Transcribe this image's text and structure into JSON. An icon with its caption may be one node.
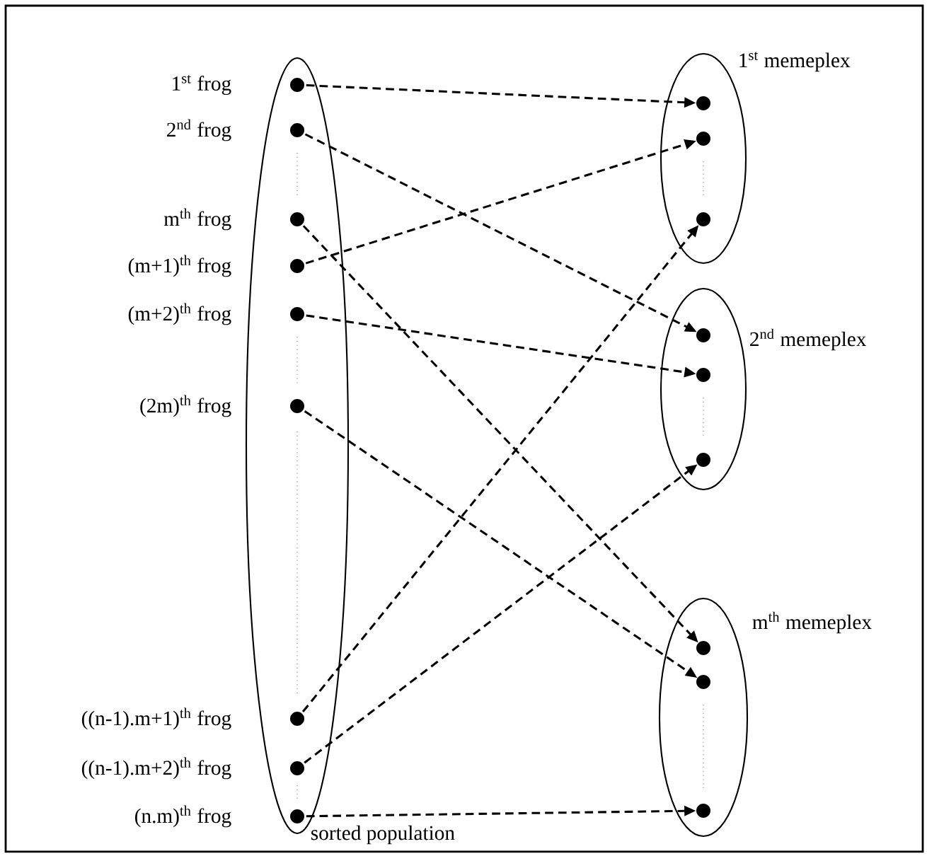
{
  "diagram": {
    "nodes": [
      {
        "text": [
          "sorted population"
        ]
      },
      {
        "text": [
          "1$^{st}$ frog"
        ],
        "in": 0
      },
      {
        "text": [
          "2$^{nd}$ frog"
        ],
        "in": 0
      },
      {
        "text": [
          "m$^{th}$ frog"
        ],
        "in": 0
      },
      {
        "text": [
          "(m+1)$^{th}$ frog"
        ],
        "in": 0
      },
      {
        "text": [
          "(m+2)$^{th}$ frog"
        ],
        "in": 0
      },
      {
        "text": [
          "(2m)$^{th}$ frog"
        ],
        "in": 0
      },
      {
        "text": [
          "((n-1).m+1)$^{th}$ frog"
        ],
        "in": 0
      },
      {
        "text": [
          "((n-1).m+2)$^{th}$ frog"
        ],
        "in": 0
      },
      {
        "text": [
          "(n.m)$^{th}$ frog"
        ],
        "in": 0
      },
      {
        "text": [
          "1$^{st}$ memeplex"
        ]
      },
      {
        "text": [],
        "shape": "circle",
        "in": 10
      },
      {
        "text": [],
        "shape": "circle",
        "in": 10
      },
      {
        "text": [],
        "shape": "circle",
        "in": 10
      },
      {
        "text": [
          "2$^{nd}$ memeplex"
        ]
      },
      {
        "text": [],
        "shape": "circle",
        "in": 14
      },
      {
        "text": [],
        "shape": "circle",
        "in": 14
      },
      {
        "text": [],
        "shape": "circle",
        "in": 14
      },
      {
        "text": [
          "m$^{th}$ memeplex"
        ]
      },
      {
        "text": [],
        "shape": "circle",
        "in": 18
      },
      {
        "text": [],
        "shape": "circle",
        "in": 18
      },
      {
        "text": [],
        "shape": "circle",
        "in": 18
      }
    ],
    "edges": [
      {
        "from": 1,
        "to": 11,
        "arrow": "to",
        "style": "dashed"
      },
      {
        "from": 2,
        "to": 15,
        "arrow": "to",
        "style": "dashed"
      },
      {
        "from": 3,
        "to": 19,
        "arrow": "to",
        "style": "dashed"
      },
      {
        "from": 4,
        "to": 12,
        "arrow": "to",
        "style": "dashed"
      },
      {
        "from": 5,
        "to": 16,
        "arrow": "to",
        "style": "dashed"
      },
      {
        "from": 6,
        "to": 20,
        "arrow": "to",
        "style": "dashed"
      },
      {
        "from": 7,
        "to": 13,
        "arrow": "to",
        "style": "dashed"
      },
      {
        "from": 8,
        "to": 17,
        "arrow": "to",
        "style": "dashed"
      },
      {
        "from": 9,
        "to": 21,
        "arrow": "to",
        "style": "dashed"
      }
    ]
  }
}
